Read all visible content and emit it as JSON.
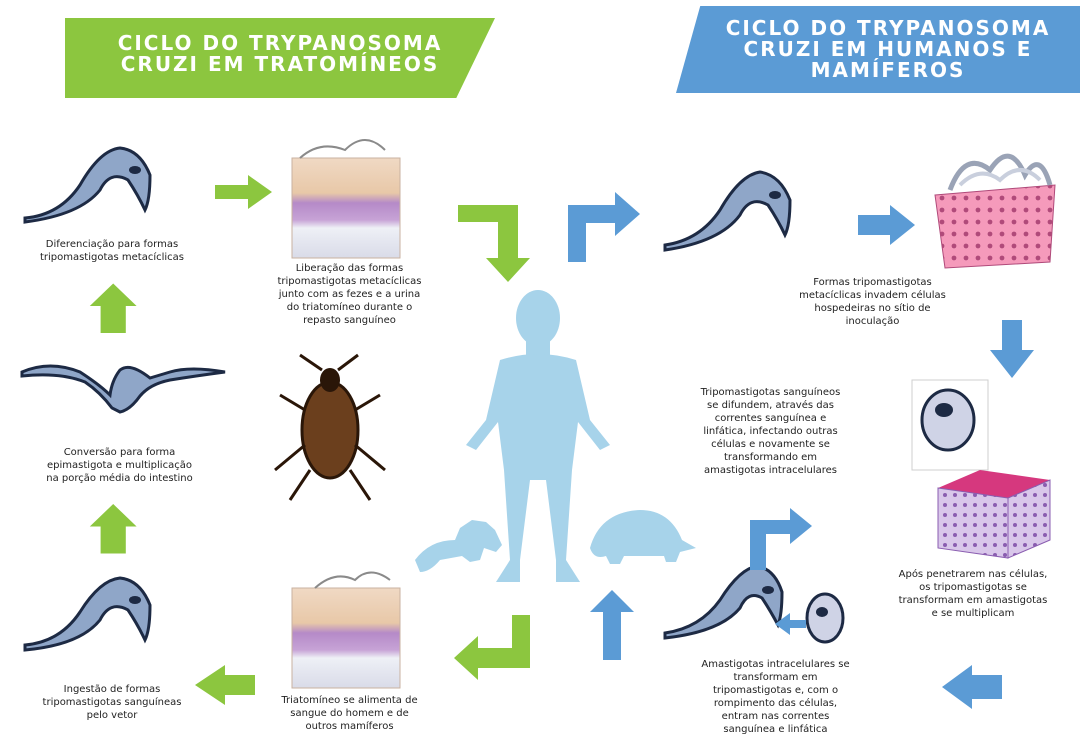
{
  "banners": {
    "left": [
      "CICLO DO TRYPANOSOMA",
      "CRUZI EM TRATOMÍNEOS"
    ],
    "right": [
      "CICLO DO TRYPANOSOMA",
      "CRUZI EM HUMANOS E",
      "MAMÍFEROS"
    ]
  },
  "captions": {
    "diferenciacao": [
      "Diferenciação para formas",
      "tripomastigotas metacíclicas"
    ],
    "liberacao": [
      "Liberação das formas",
      "tripomastigotas metacíclicas",
      "junto com as fezes e a urina",
      "do triatomíneo durante o",
      "repasto sanguíneo"
    ],
    "conversao": [
      "Conversão para forma",
      "epimastigota e multiplicação",
      "na porção média do intestino"
    ],
    "ingestao": [
      "Ingestão de formas",
      "tripomastigotas sanguíneas",
      "pelo vetor"
    ],
    "alimenta": [
      "Triatomíneo se alimenta de",
      "sangue do homem e de",
      "outros mamíferos"
    ],
    "invadem": [
      "Formas tripomastigotas",
      "metacíclicas invadem células",
      "hospedeiras no sítio de",
      "inoculação"
    ],
    "difundem": [
      "Tripomastigotas sanguíneos",
      "se difundem, através das",
      "correntes sanguínea e",
      "linfática, infectando outras",
      "células e novamente se",
      "transformando em",
      "amastigotas intracelulares"
    ],
    "penetrarem": [
      "Após penetrarem nas células,",
      "os tripomastigotas se",
      "transformam em amastigotas",
      "e se multiplicam"
    ],
    "amastigotas": [
      "Amastigotas intracelulares se",
      "transformam em",
      "tripomastigotas e, com o",
      "rompimento das células,",
      "entram nas correntes",
      "sanguínea e linfática"
    ]
  },
  "colors": {
    "green": "#8cc63f",
    "blue": "#5b9bd5",
    "silhouette": "#a7d3ea",
    "parasite": "#8fa6c8",
    "parasite_dark": "#1d2a44"
  }
}
